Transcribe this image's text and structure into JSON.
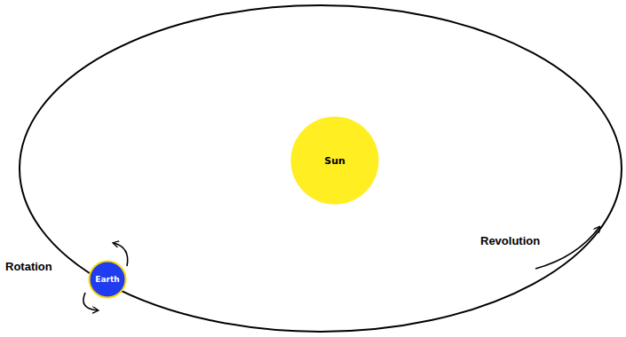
{
  "diagram": {
    "nodes": [
      {
        "text": [
          "Sun"
        ]
      },
      {
        "text": [
          "Earth"
        ]
      }
    ],
    "labels": [
      "Rotation",
      "Revolution"
    ]
  }
}
